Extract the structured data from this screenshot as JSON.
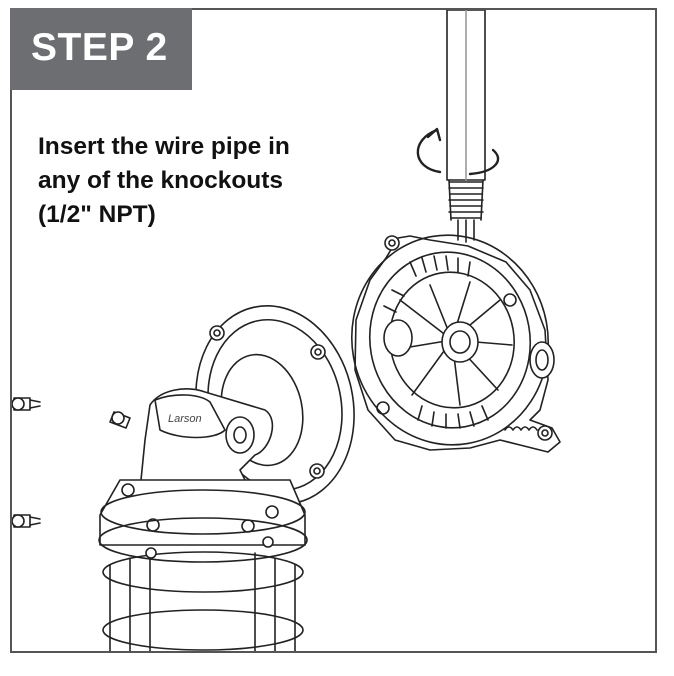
{
  "step": {
    "label": "STEP 2"
  },
  "instruction": {
    "lines": [
      "Insert the wire pipe in",
      "any of the knockouts",
      "(1/2\" NPT)"
    ]
  },
  "illustration": {
    "subject": "wall-mount-fixture-junction-box",
    "rotation_icon": "rotate-arrow-icon",
    "colors": {
      "line": "#222222",
      "fill": "#ffffff",
      "badge": "#6d6e71",
      "shade": "#bdbdbd"
    }
  }
}
